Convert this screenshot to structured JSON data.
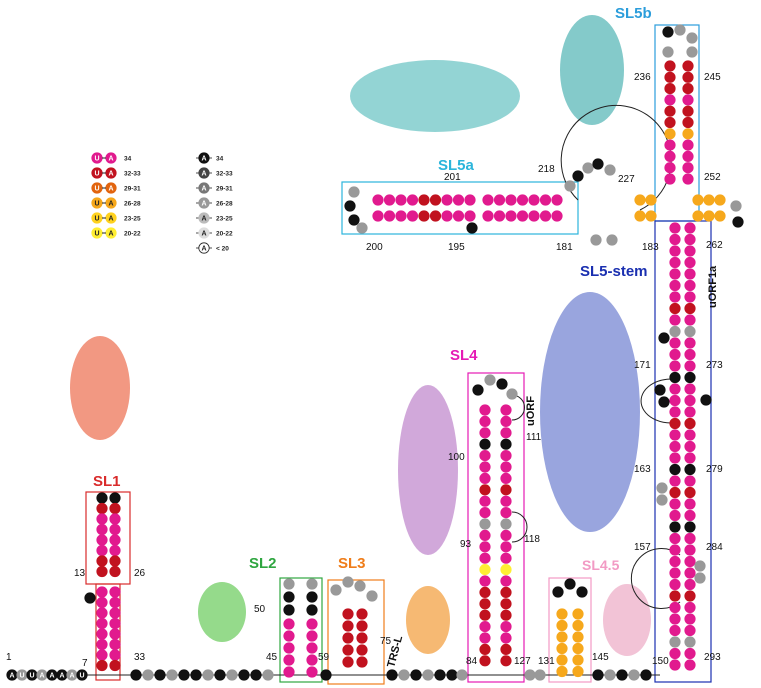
{
  "figure": {
    "element_labels": [
      {
        "key": "sl1",
        "text": "SL1",
        "color": "#d92b2b"
      },
      {
        "key": "sl2",
        "text": "SL2",
        "color": "#2fa640"
      },
      {
        "key": "sl3",
        "text": "SL3",
        "color": "#ef7d1a"
      },
      {
        "key": "sl4",
        "text": "SL4",
        "color": "#e51ab5"
      },
      {
        "key": "sl45",
        "text": "SL4.5",
        "color": "#f29ac4"
      },
      {
        "key": "sl5a",
        "text": "SL5a",
        "color": "#2bb5db"
      },
      {
        "key": "sl5b",
        "text": "SL5b",
        "color": "#2b9ddb"
      },
      {
        "key": "sl5s",
        "text": "SL5-stem",
        "color": "#1a2fb0"
      }
    ],
    "annotations": {
      "uorf": "uORF",
      "uorf1a": "uORF1a",
      "trs": "TRS-L"
    },
    "numbers": [
      "1",
      "7",
      "13",
      "26",
      "33",
      "45",
      "50",
      "59",
      "75",
      "84",
      "93",
      "100",
      "111",
      "118",
      "127",
      "131",
      "145",
      "150",
      "157",
      "163",
      "171",
      "181",
      "183",
      "195",
      "200",
      "201",
      "218",
      "227",
      "236",
      "245",
      "252",
      "262",
      "273",
      "279",
      "284",
      "293"
    ],
    "leader": [
      "A",
      "U",
      "U",
      "A",
      "A",
      "A"
    ],
    "legend_pairs": [
      {
        "label": "34",
        "left": "U",
        "right": "A",
        "fill": "#e11a8e",
        "stroke": "#e11a8e",
        "text": "#ffffff"
      },
      {
        "label": "32-33",
        "left": "U",
        "right": "A",
        "fill": "#c1121f",
        "stroke": "#c1121f",
        "text": "#ffffff"
      },
      {
        "label": "29-31",
        "left": "U",
        "right": "A",
        "fill": "#e2640e",
        "stroke": "#e2640e",
        "text": "#ffffff"
      },
      {
        "label": "26-28",
        "left": "U",
        "right": "A",
        "fill": "#f6a81c",
        "stroke": "#f6a81c",
        "text": "#222222"
      },
      {
        "label": "23-25",
        "left": "U",
        "right": "A",
        "fill": "#ffd21f",
        "stroke": "#ffd21f",
        "text": "#222222"
      },
      {
        "label": "20-22",
        "left": "U",
        "right": "A",
        "fill": "#ffee33",
        "stroke": "#ffee33",
        "text": "#222222"
      }
    ],
    "legend_singles": [
      {
        "label": "34",
        "base": "A",
        "fill": "#111111",
        "text": "#ffffff"
      },
      {
        "label": "32-33",
        "base": "A",
        "fill": "#444444",
        "text": "#ffffff"
      },
      {
        "label": "29-31",
        "base": "A",
        "fill": "#777777",
        "text": "#ffffff"
      },
      {
        "label": "26-28",
        "base": "A",
        "fill": "#999999",
        "text": "#ffffff"
      },
      {
        "label": "23-25",
        "base": "A",
        "fill": "#bbbbbb",
        "text": "#222222"
      },
      {
        "label": "20-22",
        "base": "A",
        "fill": "#dddddd",
        "text": "#222222"
      },
      {
        "label": "< 20",
        "base": "A",
        "fill": "#ffffff",
        "text": "#222222"
      }
    ],
    "colors": {
      "pink": "#e11a8e",
      "red": "#c1121f",
      "orange": "#e2640e",
      "gold": "#f6a81c",
      "yellow": "#ffee33",
      "black": "#111111",
      "grey": "#999999"
    }
  }
}
